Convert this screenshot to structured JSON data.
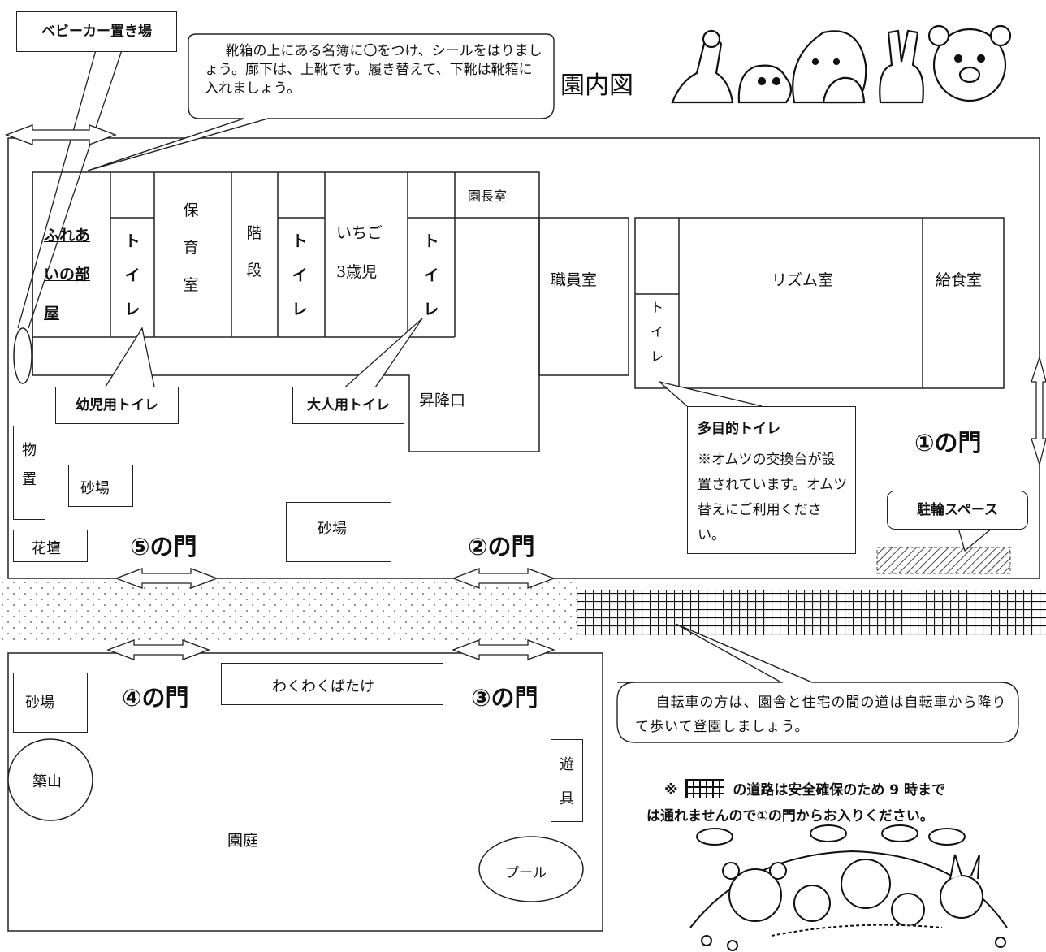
{
  "title": "園内図",
  "babycar": "ベビーカー置き場",
  "callout_shoes": "靴箱の上にある名簿に〇をつけ、シールをはりましょう。廊下は、上靴です。履き替えて、下靴は靴箱に入れましょう。",
  "rooms": {
    "fureai": "ふれあいの部屋",
    "toilet": "トイレ",
    "hoiku": "保育室",
    "kaidan": "階段",
    "ichigo": "いちご",
    "ichigo_sub": "3歳児",
    "encho": "園長室",
    "shokuin": "職員室",
    "shoko": "昇降口",
    "rhythm": "リズム室",
    "kyushoku": "給食室",
    "monooki": "物置",
    "sunaba": "砂場",
    "kadan": "花壇",
    "wakuwaku": "わくわくばたけ",
    "tsukiyama": "築山",
    "yugu": "遊具",
    "entei": "園庭",
    "pool": "プール"
  },
  "labels": {
    "yoji_toilet": "幼児用トイレ",
    "otona_toilet": "大人用トイレ",
    "tamokuteki_title": "多目的トイレ",
    "tamokuteki_note": "※オムツの交換台が設置されています。オムツ替えにご利用ください。",
    "parking": "駐輪スペース"
  },
  "gates": {
    "g1": "①の門",
    "g2": "②の門",
    "g3": "③の門",
    "g4": "④の門",
    "g5": "⑤の門"
  },
  "callout_bike": "自転車の方は、園舎と住宅の間の道は自転車から降りて歩いて登園しましょう。",
  "notice_prefix": "※",
  "notice_suffix": "の道路は安全確保のため 9 時まで",
  "notice_line2": "は通れませんので①の門からお入りください。"
}
